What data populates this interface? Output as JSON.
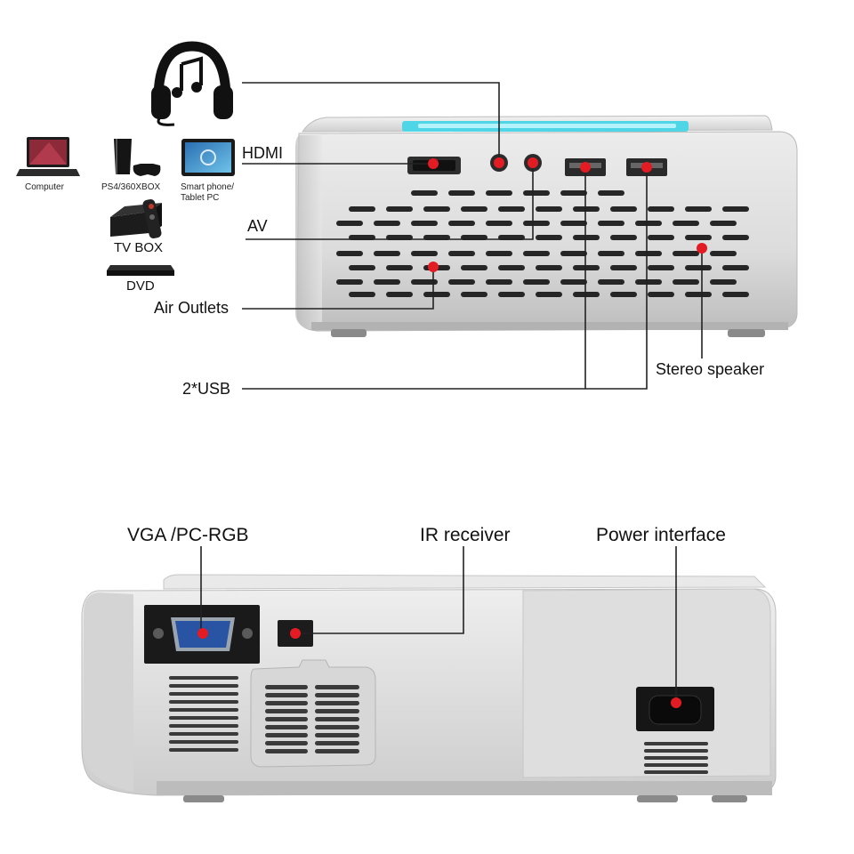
{
  "devices": {
    "computer": "Computer",
    "console": "PS4/360XBOX",
    "phone": "Smart phone/\nTablet PC",
    "tvbox": "TV BOX",
    "dvd": "DVD"
  },
  "callouts": {
    "hdmi": "HDMI",
    "av": "AV",
    "air_outlets": "Air Outlets",
    "usb": "2*USB",
    "stereo_speaker": "Stereo speaker",
    "vga": "VGA /PC-RGB",
    "ir_receiver": "IR receiver",
    "power": "Power interface"
  },
  "colors": {
    "marker": "#e31b23",
    "leader": "#222222",
    "body": "#e4e4e4",
    "glow": "#4fd6e6"
  }
}
